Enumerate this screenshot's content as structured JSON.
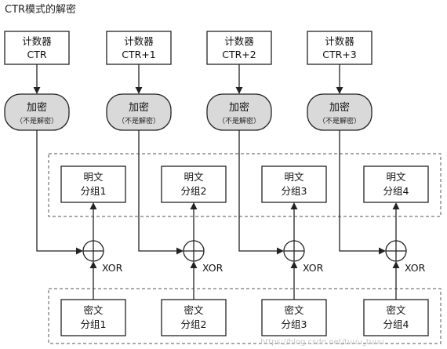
{
  "title": "CTR模式的解密",
  "xor_label": "XOR",
  "counters": [
    {
      "line1": "计数器",
      "line2": "CTR"
    },
    {
      "line1": "计数器",
      "line2": "CTR+1"
    },
    {
      "line1": "计数器",
      "line2": "CTR+2"
    },
    {
      "line1": "计数器",
      "line2": "CTR+3"
    }
  ],
  "encrypt": {
    "main": "加密",
    "sub": "（不是解密）"
  },
  "plaintext_blocks": [
    {
      "line1": "明文",
      "line2": "分组1"
    },
    {
      "line1": "明文",
      "line2": "分组2"
    },
    {
      "line1": "明文",
      "line2": "分组3"
    },
    {
      "line1": "明文",
      "line2": "分组4"
    }
  ],
  "ciphertext_blocks": [
    {
      "line1": "密文",
      "line2": "分组1"
    },
    {
      "line1": "密文",
      "line2": "分组2"
    },
    {
      "line1": "密文",
      "line2": "分组3"
    },
    {
      "line1": "密文",
      "line2": "分组4"
    }
  ],
  "watermark": "https://blog.csdn.net/tuuu_tuuu"
}
